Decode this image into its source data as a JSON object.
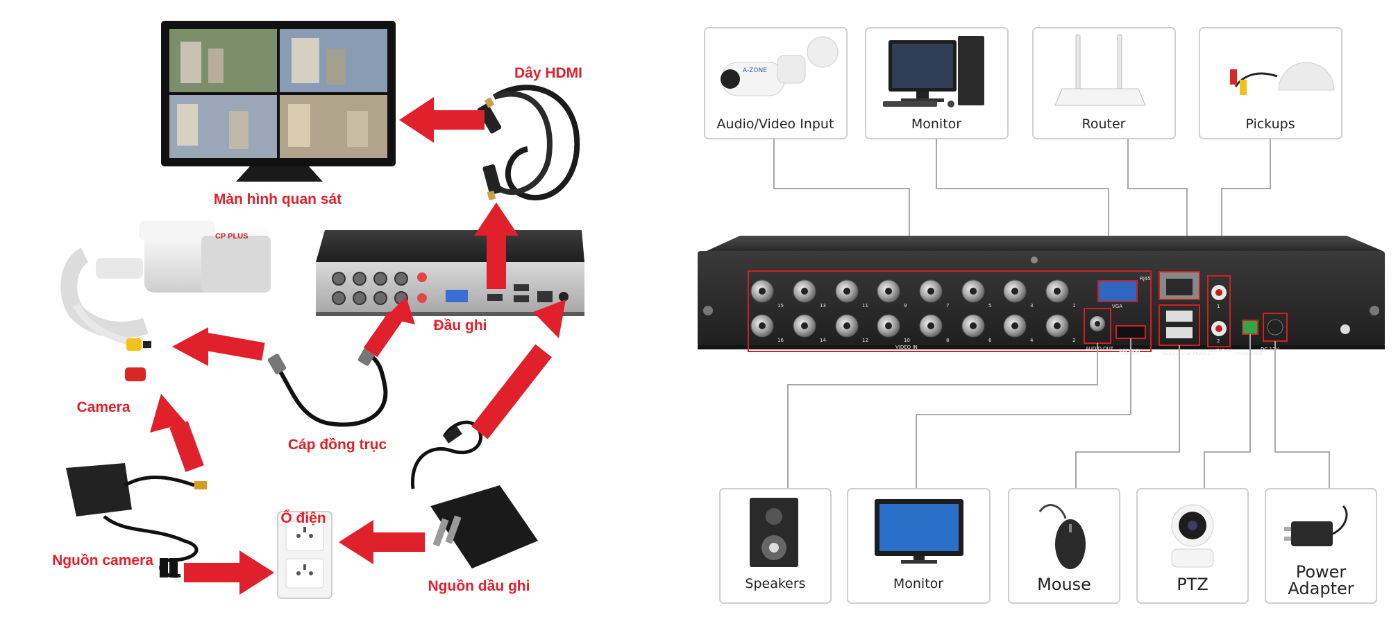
{
  "left": {
    "labels": {
      "monitor": "Màn hình quan sát",
      "hdmi_cable": "Dây HDMI",
      "dvr": "Đầu ghi",
      "camera": "Camera",
      "coax_cable": "Cáp đồng trục",
      "outlet": "Ổ điện",
      "camera_power": "Nguồn camera",
      "dvr_power": "Nguồn dầu ghi"
    },
    "brand": "CP PLUS",
    "accent": "#e0202a"
  },
  "right": {
    "top_devices": [
      "Audio/Video Input",
      "Monitor",
      "Router",
      "Pickups"
    ],
    "bottom_devices": [
      "Speakers",
      "Monitor",
      "Mouse",
      "PTZ",
      "Power Adapter"
    ],
    "camera_brand": "A-ZONE",
    "dvr_panel": {
      "video_in": "VIDEO IN",
      "audio_out": "AUDIO OUT",
      "hdmi": "HDMI",
      "vga": "VGA",
      "rj45": "RJ45",
      "usb": "USB2.0 USB MOUSE",
      "audio_in": "AUDIO IN",
      "dc": "DC 12V",
      "rs485": "485B 485A",
      "bnc_top": [
        "15",
        "13",
        "11",
        "9",
        "7",
        "5",
        "3",
        "1"
      ],
      "bnc_bottom": [
        "16",
        "14",
        "12",
        "10",
        "8",
        "6",
        "4",
        "2"
      ],
      "audio_in_nums": [
        "1",
        "2"
      ]
    }
  }
}
